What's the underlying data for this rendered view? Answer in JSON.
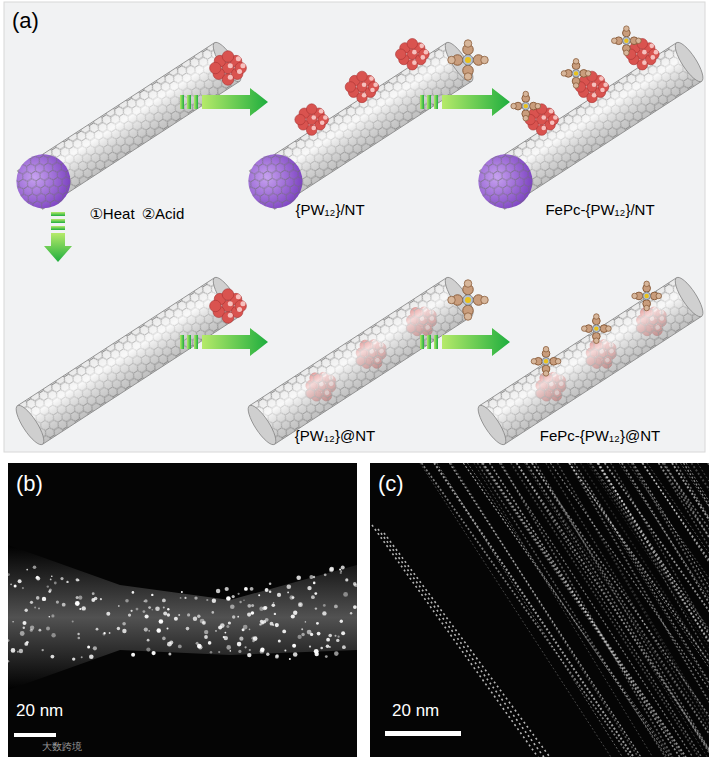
{
  "diagram": {
    "nodes": [
      {
        "text": [
          "(a)"
        ]
      },
      {
        "text": [
          "(b)",
          "20 nm"
        ]
      },
      {
        "text": [
          "(c)",
          "20 nm"
        ]
      }
    ],
    "labels": [
      "①Heat",
      "②Acid",
      "{PW₁₂}/NT",
      "FePc-{PW₁₂}/NT",
      "{PW₁₂}@NT",
      "FePc-{PW₁₂}@NT",
      "大数跨境"
    ]
  }
}
